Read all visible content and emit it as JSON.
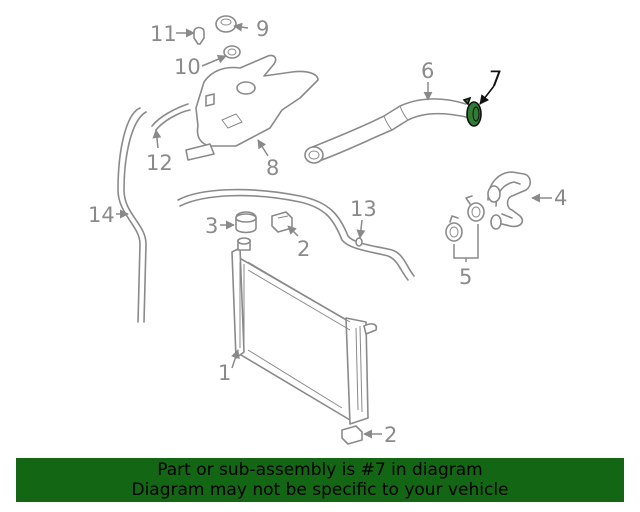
{
  "diagram": {
    "callouts": {
      "c1": "1",
      "c2a": "2",
      "c2b": "2",
      "c3": "3",
      "c4": "4",
      "c5": "5",
      "c6": "6",
      "c7": "7",
      "c8": "8",
      "c9": "9",
      "c10": "10",
      "c11": "11",
      "c12": "12",
      "c13": "13",
      "c14": "14"
    },
    "highlighted_callout": "7",
    "colors": {
      "line": "#8a8a8a",
      "highlight_fill": "#2f7d32",
      "highlight_stroke": "#111111"
    }
  },
  "footer": {
    "line1": "Part or sub-assembly is #7 in diagram",
    "line2": "Diagram may not be specific to your vehicle",
    "background": "#136613"
  }
}
